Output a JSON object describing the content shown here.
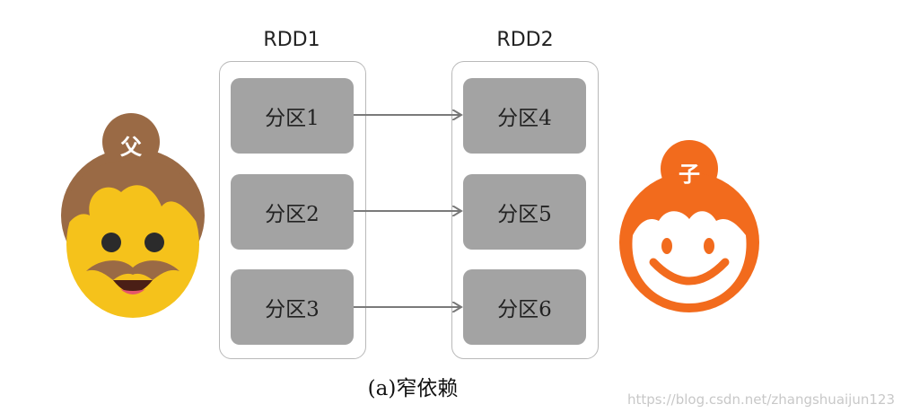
{
  "rdd1": {
    "title": "RDD1",
    "partitions": [
      "分区1",
      "分区2",
      "分区3"
    ]
  },
  "rdd2": {
    "title": "RDD2",
    "partitions": [
      "分区4",
      "分区5",
      "分区6"
    ]
  },
  "parent_character": {
    "label": "父",
    "icon": "father-face-icon",
    "color": "#f5c21b"
  },
  "child_character": {
    "label": "子",
    "icon": "child-face-icon",
    "color": "#f26b1d"
  },
  "dependencies": [
    {
      "from": "分区1",
      "to": "分区4"
    },
    {
      "from": "分区2",
      "to": "分区5"
    },
    {
      "from": "分区3",
      "to": "分区6"
    }
  ],
  "caption": "(a)窄依赖",
  "watermark": "https://blog.csdn.net/zhangshuaijun123"
}
